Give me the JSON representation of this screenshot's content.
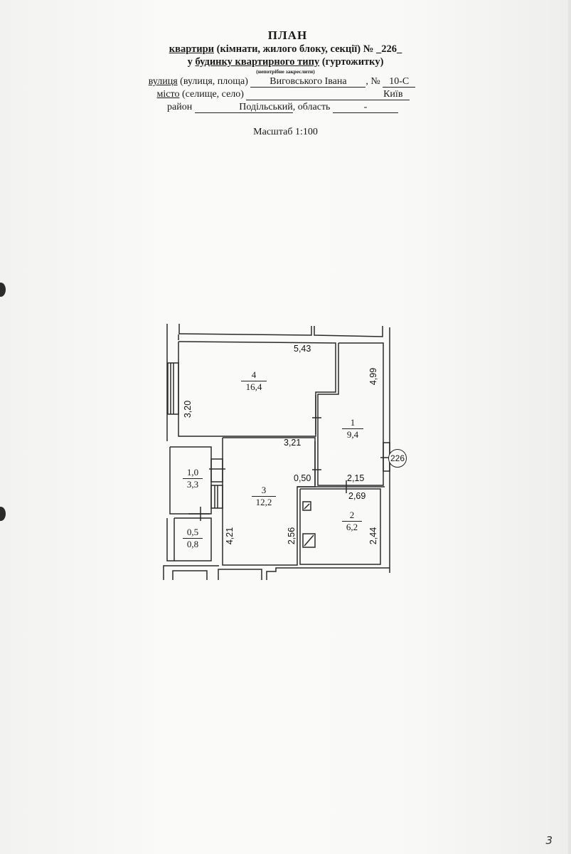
{
  "document": {
    "title": "ПЛАН",
    "line1": {
      "prefix": "квартири",
      "rest": " (кімнати, жилого блоку, секції) № ",
      "number": "_226_"
    },
    "line2": {
      "prefix": "у ",
      "underlined": "будинку квартирного типу",
      "rest": " (гуртожитку)"
    },
    "note": "(непотрібне закреслити)",
    "street_label": "вулиця",
    "street_label_rest": " (вулиця, площа)",
    "street_value": "Виговського Івана",
    "house_no_label": ", №",
    "house_no_value": "10-С",
    "city_label": "місто",
    "city_label_rest": " (селище, село)",
    "city_value": "Київ",
    "district_label": "район",
    "district_value": "Подільський",
    "region_label": ", область",
    "region_value": "-",
    "scale": "Масштаб 1:100",
    "page_number": "3"
  },
  "floor_plan": {
    "apartment_marker": "226",
    "rooms": [
      {
        "id": "4",
        "area": "16,4"
      },
      {
        "id": "1",
        "area": "9,4"
      },
      {
        "id": "3",
        "area": "12,2"
      },
      {
        "id": "2",
        "area": "6,2"
      },
      {
        "id": "1,0",
        "area": "3,3"
      },
      {
        "id": "0,5",
        "area": "0,8"
      }
    ],
    "dimensions": {
      "room4_width": "5,43",
      "room4_height": "3,20",
      "room1_height": "4,99",
      "room3_width": "3,21",
      "opening": "0,50",
      "room1_width": "2,15",
      "room2_width": "2,69",
      "room3_height": "4,21",
      "room3_inner_height": "2,56",
      "room2_height": "2,44"
    }
  }
}
